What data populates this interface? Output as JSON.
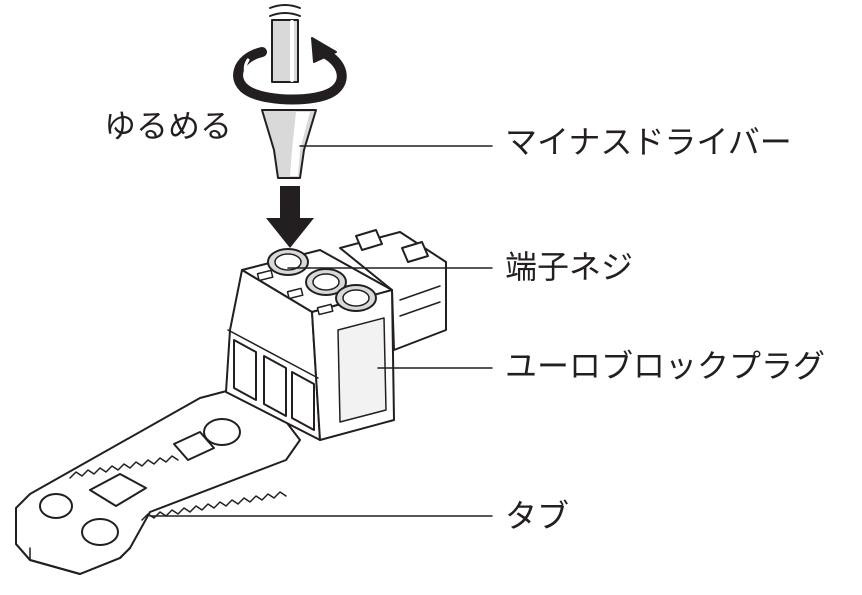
{
  "labels": {
    "loosen": "ゆるめる",
    "screwdriver": "マイナスドライバー",
    "terminal_screw": "端子ネジ",
    "euroblock_plug": "ユーロブロックプラグ",
    "tab": "タブ"
  },
  "colors": {
    "line": "#231f20",
    "body_fill": "#ffffff",
    "shade": "#d9d9d9",
    "dark_shade": "#bdbdbd",
    "arrow": "#231f20"
  },
  "icons": {
    "rotation": "counterclockwise-rotation-arrow-icon",
    "push": "down-arrow-icon"
  }
}
